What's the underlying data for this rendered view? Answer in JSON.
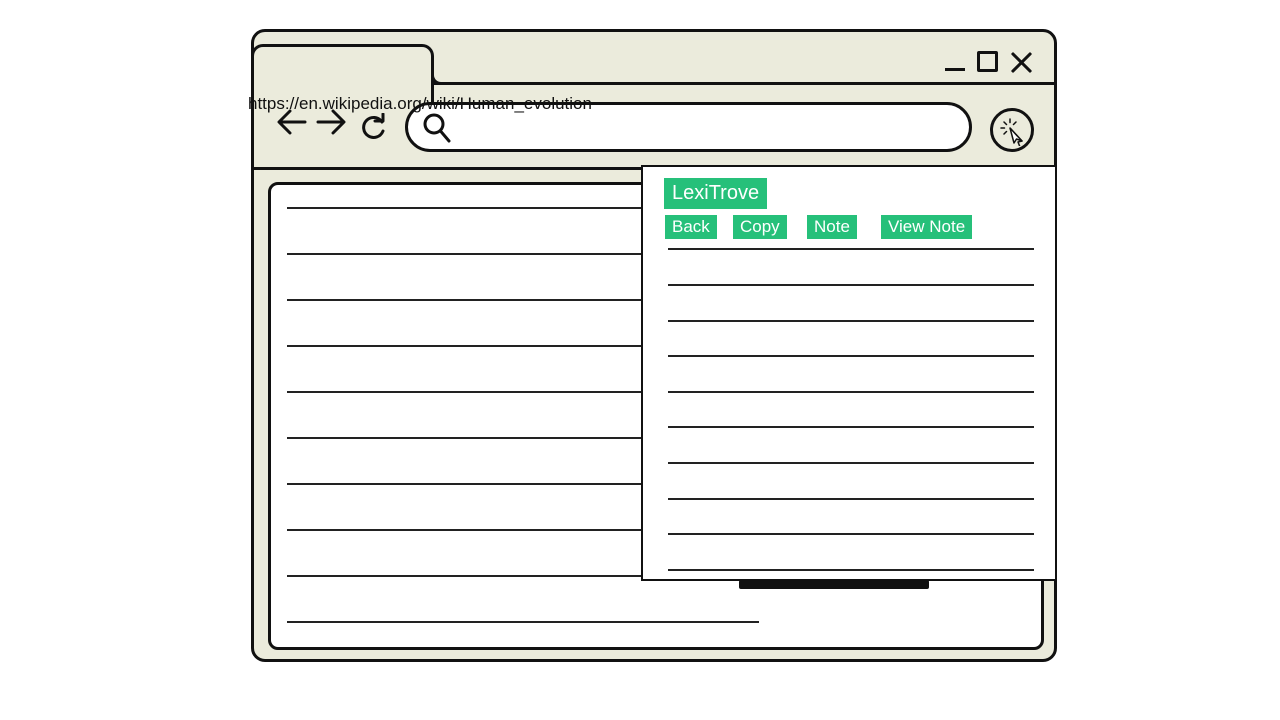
{
  "browser": {
    "address_bar": {
      "url": "https://en.wikipedia.org/wiki/Human_evolution"
    },
    "icons": {
      "back": "arrow-left-icon",
      "forward": "arrow-right-icon",
      "reload": "reload-icon",
      "search": "search-icon",
      "extension": "cursor-click-icon",
      "minimize": "minimize-icon",
      "maximize": "maximize-icon",
      "close": "close-icon"
    }
  },
  "extension_popup": {
    "brand": "LexiTrove",
    "buttons": [
      "Back",
      "Copy",
      "Note",
      "View Note"
    ]
  },
  "colors": {
    "window_chrome": "#ebebdc",
    "accent": "#26c07a",
    "outline": "#111111"
  }
}
